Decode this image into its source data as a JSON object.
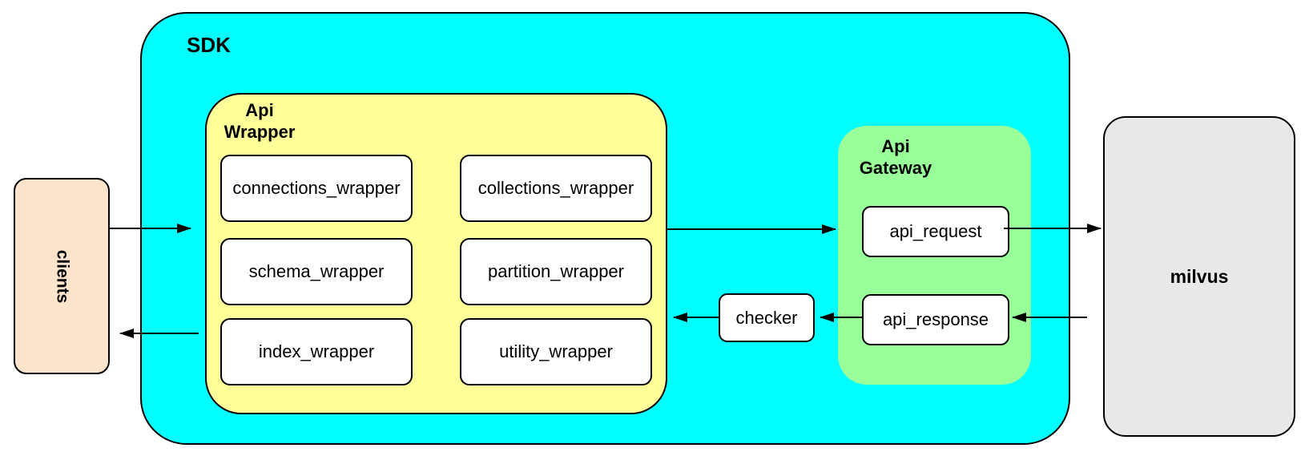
{
  "nodes": {
    "clients": {
      "label": "clients",
      "fill": "#FCE4CC"
    },
    "sdk": {
      "label": "SDK",
      "fill": "#00FFFF"
    },
    "api_wrapper": {
      "label_line1": "Api",
      "label_line2": "Wrapper",
      "fill": "#FFFF99",
      "items": [
        "connections_wrapper",
        "collections_wrapper",
        "schema_wrapper",
        "partition_wrapper",
        "index_wrapper",
        "utility_wrapper"
      ]
    },
    "checker": {
      "label": "checker",
      "fill": "#FFFFFF"
    },
    "api_gateway": {
      "label_line1": "Api",
      "label_line2": "Gateway",
      "fill": "#99FF99",
      "items": [
        "api_request",
        "api_response"
      ]
    },
    "milvus": {
      "label": "milvus",
      "fill": "#E8E8E8"
    }
  },
  "edges": [
    {
      "from": "clients",
      "to": "api_wrapper"
    },
    {
      "from": "api_wrapper",
      "to": "clients"
    },
    {
      "from": "api_wrapper",
      "to": "api_gateway"
    },
    {
      "from": "api_request",
      "to": "milvus"
    },
    {
      "from": "milvus",
      "to": "api_response"
    },
    {
      "from": "api_response",
      "to": "checker"
    },
    {
      "from": "checker",
      "to": "api_wrapper"
    }
  ],
  "colors": {
    "stroke": "#000000",
    "node_fill": "#FFFFFF",
    "background": "#FFFFFF"
  }
}
